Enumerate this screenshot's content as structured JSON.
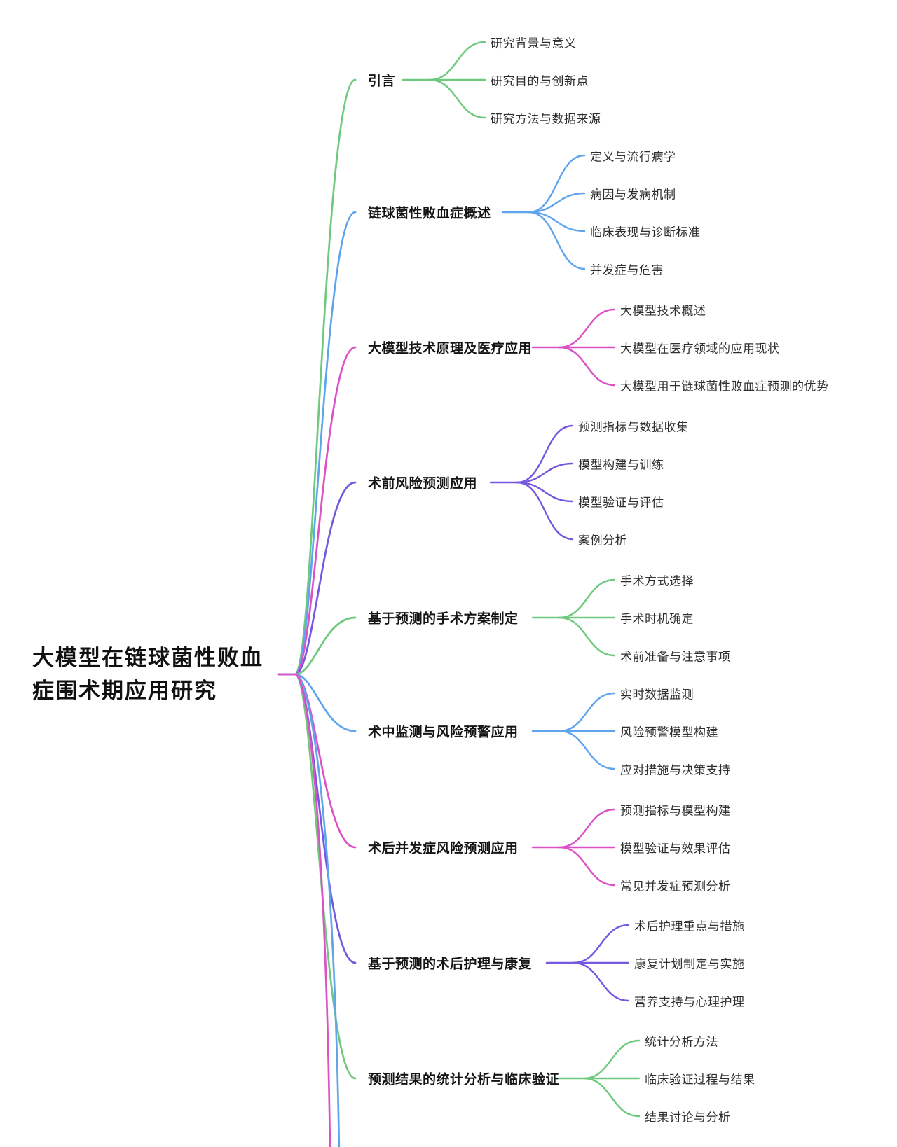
{
  "mindmap": {
    "root": {
      "label": "大模型在链球菌性败血症围术期应用研究"
    },
    "branches": [
      {
        "label": "引言",
        "color": "green",
        "children": [
          "研究背景与意义",
          "研究目的与创新点",
          "研究方法与数据来源"
        ]
      },
      {
        "label": "链球菌性败血症概述",
        "color": "blue",
        "children": [
          "定义与流行病学",
          "病因与发病机制",
          "临床表现与诊断标准",
          "并发症与危害"
        ]
      },
      {
        "label": "大模型技术原理及医疗应用",
        "color": "pink",
        "children": [
          "大模型技术概述",
          "大模型在医疗领域的应用现状",
          "大模型用于链球菌性败血症预测的优势"
        ]
      },
      {
        "label": "术前风险预测应用",
        "color": "purple",
        "children": [
          "预测指标与数据收集",
          "模型构建与训练",
          "模型验证与评估",
          "案例分析"
        ]
      },
      {
        "label": "基于预测的手术方案制定",
        "color": "green",
        "children": [
          "手术方式选择",
          "手术时机确定",
          "术前准备与注意事项"
        ]
      },
      {
        "label": "术中监测与风险预警应用",
        "color": "blue",
        "children": [
          "实时数据监测",
          "风险预警模型构建",
          "应对措施与决策支持"
        ]
      },
      {
        "label": "术后并发症风险预测应用",
        "color": "pink",
        "children": [
          "预测指标与模型构建",
          "模型验证与效果评估",
          "常见并发症预测分析"
        ]
      },
      {
        "label": "基于预测的术后护理与康复",
        "color": "purple",
        "children": [
          "术后护理重点与措施",
          "康复计划制定与实施",
          "营养支持与心理护理"
        ]
      },
      {
        "label": "预测结果的统计分析与临床验证",
        "color": "green",
        "children": [
          "统计分析方法",
          "临床验证过程与结果",
          "结果讨论与分析"
        ]
      }
    ],
    "palette": {
      "green": "#6ec97e",
      "blue": "#5fa5ee",
      "pink": "#da52c5",
      "purple": "#7557e0"
    },
    "truncated_branches": [
      {
        "color": "blue"
      },
      {
        "color": "pink"
      }
    ]
  }
}
